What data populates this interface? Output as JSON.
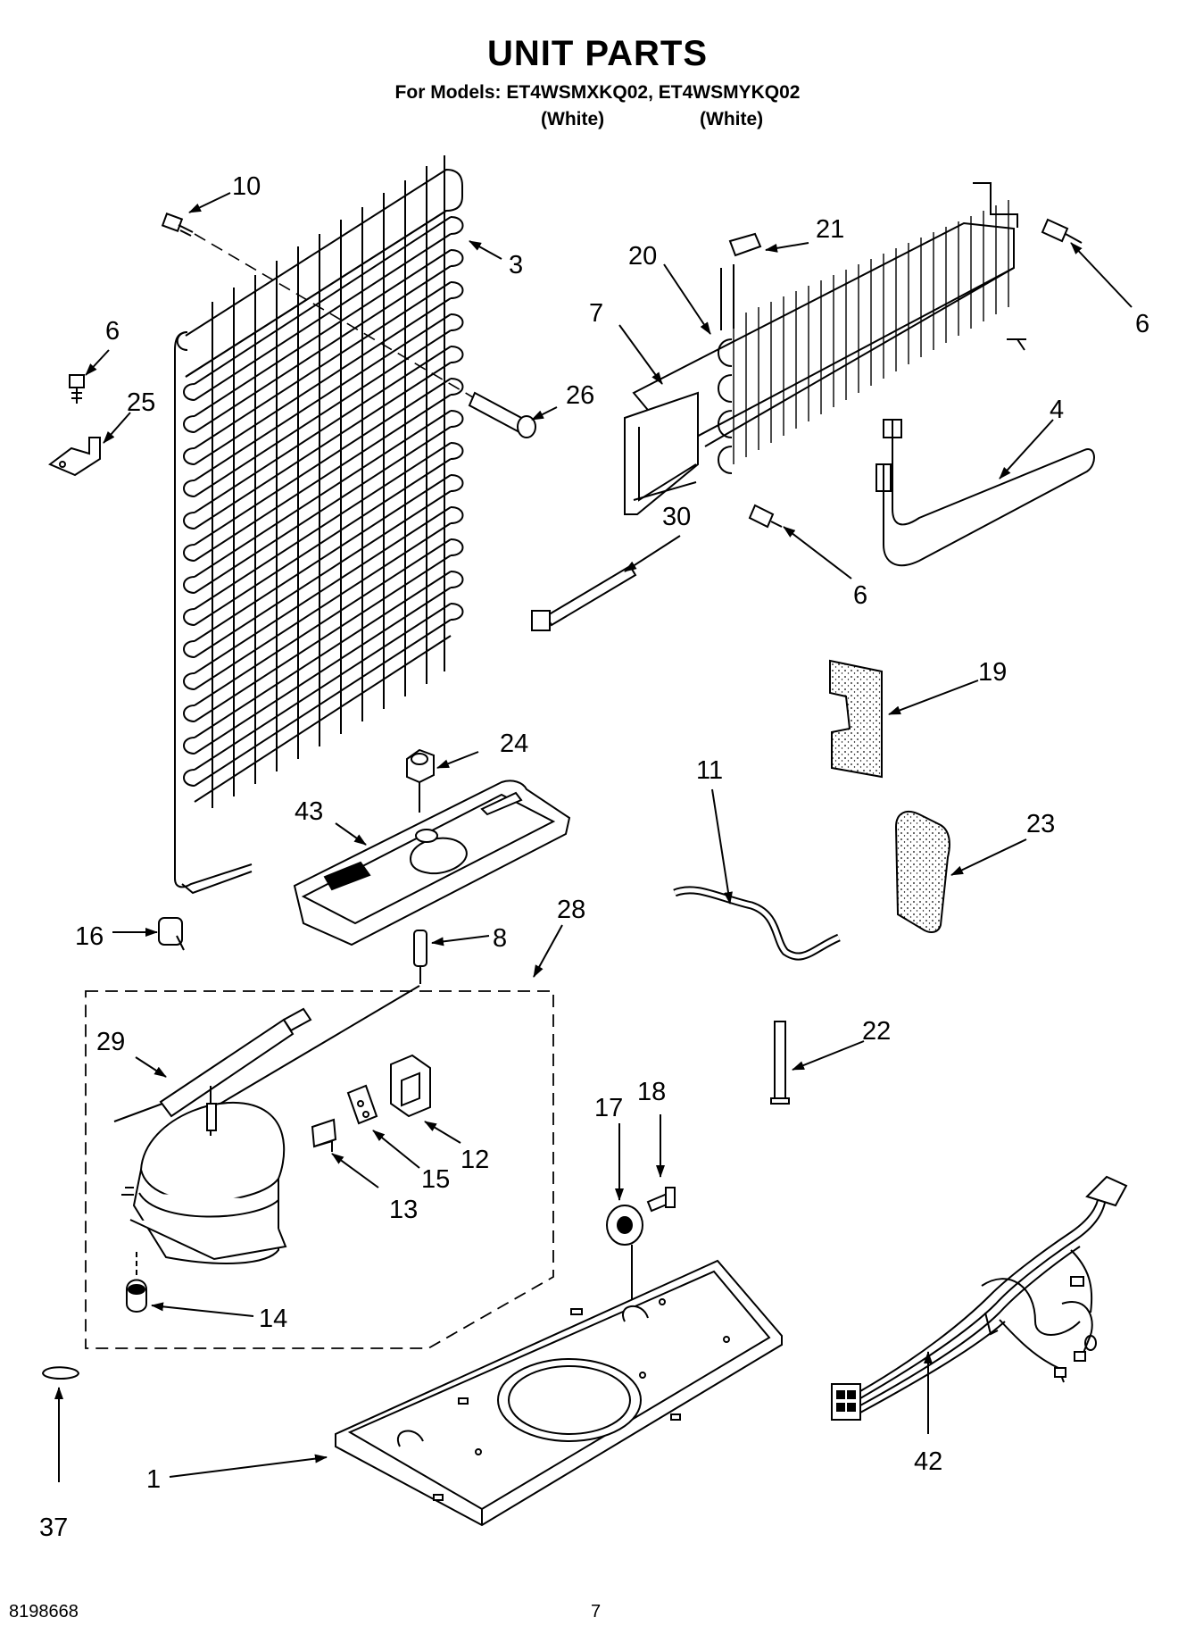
{
  "header": {
    "title": "UNIT PARTS",
    "models_line": "For Models: ET4WSMXKQ02, ET4WSMYKQ02",
    "variant_1": "(White)",
    "variant_2": "(White)"
  },
  "footer": {
    "doc_number": "8198668",
    "page_number": "7"
  },
  "callouts": {
    "n10": "10",
    "n3": "3",
    "n6a": "6",
    "n25": "25",
    "n26": "26",
    "n20": "20",
    "n21": "21",
    "n7": "7",
    "n6b": "6",
    "n4": "4",
    "n30": "30",
    "n6c": "6",
    "n19": "19",
    "n24": "24",
    "n43": "43",
    "n11": "11",
    "n23": "23",
    "n16": "16",
    "n8": "8",
    "n28": "28",
    "n22": "22",
    "n29": "29",
    "n17": "17",
    "n18": "18",
    "n12": "12",
    "n15": "15",
    "n13": "13",
    "n14": "14",
    "n37": "37",
    "n1": "1",
    "n42": "42"
  }
}
